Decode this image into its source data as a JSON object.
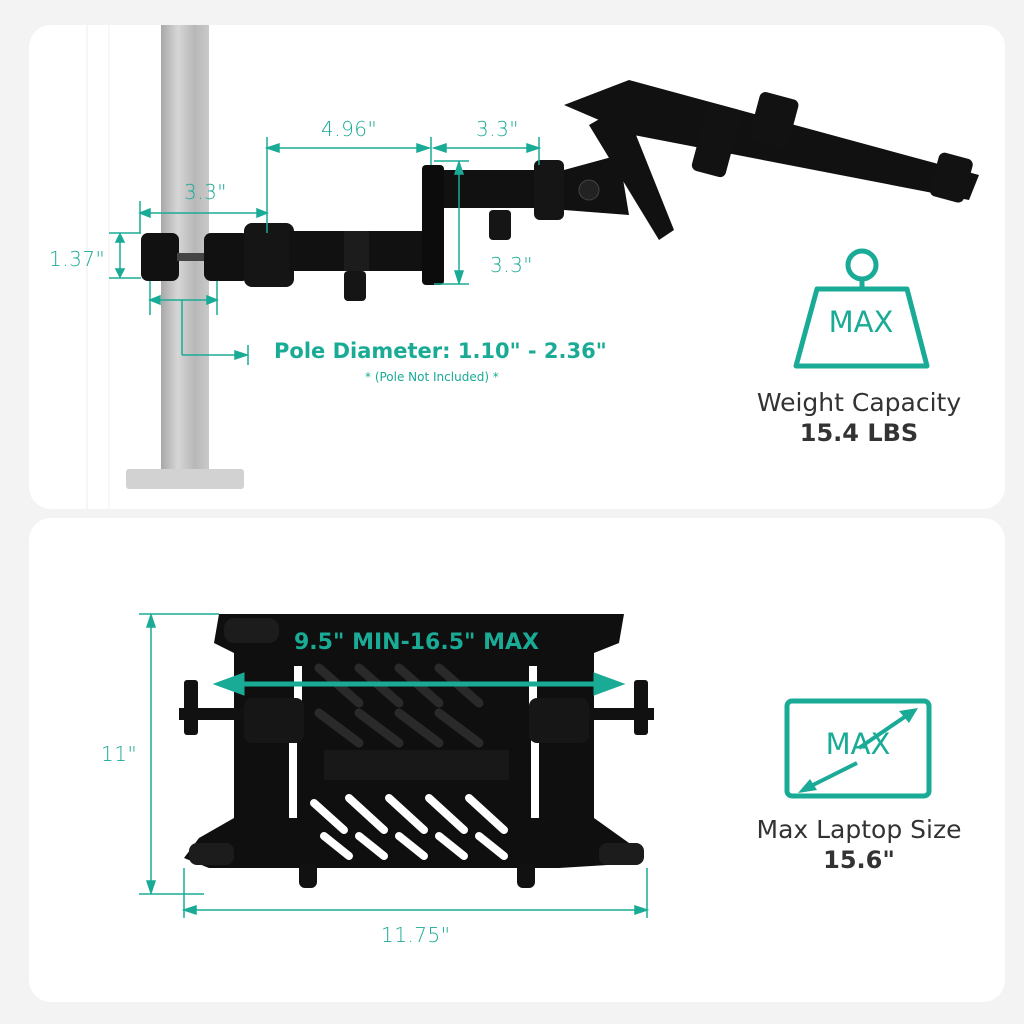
{
  "colors": {
    "accent": "#1aab96",
    "background": "#f3f3f3",
    "panel": "#ffffff",
    "product": "#111111",
    "pole": "#c4c4c4",
    "text_dark": "#333333"
  },
  "top_panel": {
    "dimensions": {
      "clamp_height": "1.37\"",
      "clamp_to_joint": "3.3\"",
      "arm1_length": "4.96\"",
      "arm2_length": "3.3\"",
      "joint_height": "3.3\""
    },
    "pole_diameter": {
      "label": "Pole Diameter: 1.10\" - 2.36\"",
      "note": "* (Pole Not Included) *"
    },
    "weight_icon": {
      "icon": "weight-icon",
      "badge": "MAX",
      "label": "Weight Capacity",
      "value": "15.4 LBS"
    }
  },
  "bottom_panel": {
    "dimensions": {
      "tray_range": "9.5\" MIN-16.5\" MAX",
      "tray_height": "11\"",
      "tray_width": "11.75\""
    },
    "laptop_icon": {
      "icon": "laptop-size-icon",
      "badge": "MAX",
      "label": "Max Laptop Size",
      "value": "15.6\""
    }
  }
}
